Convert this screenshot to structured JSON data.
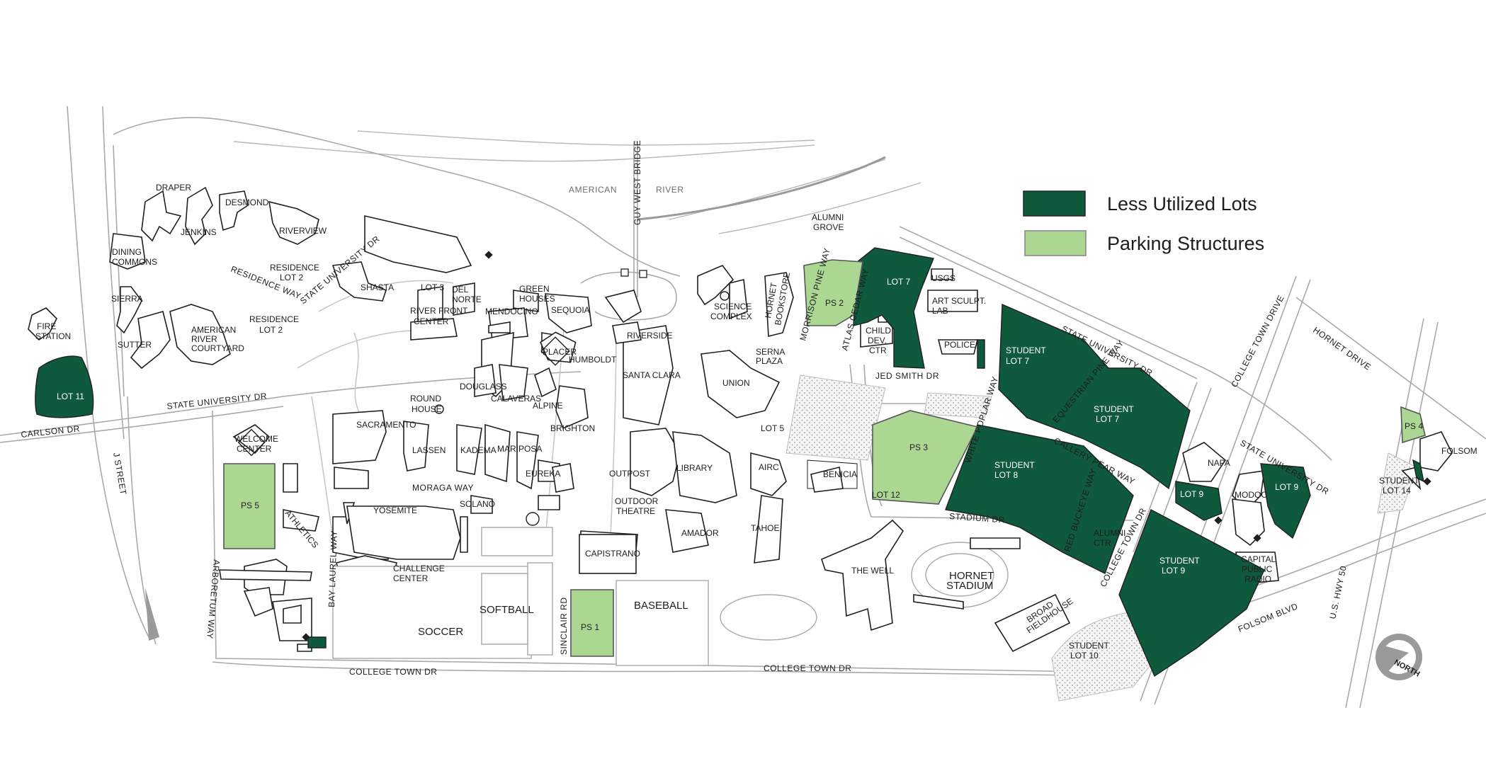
{
  "legend": {
    "items": [
      {
        "label": "Less Utilized Lots",
        "color": "#0f5a3c"
      },
      {
        "label": "Parking Structures",
        "color": "#acd793"
      }
    ]
  },
  "colors": {
    "less_utilized": "#0f5a3c",
    "parking_structure": "#acd793",
    "road": "#a9a9a9",
    "building_outline": "#1f1f1f"
  },
  "water": {
    "river_left": "AMERICAN",
    "river_right": "RIVER"
  },
  "streets": {
    "guy_west_bridge": "GUY WEST BRIDGE",
    "state_university_dr_west": "STATE UNIVERSITY DR",
    "state_university_dr_north": "STATE UNIVERSITY DR",
    "state_university_dr_east": "STATE UNIVERSITY DR",
    "state_university_dr_far_east": "STATE UNIVERSITY DR",
    "residence_way": "RESIDENCE WAY",
    "carlson_dr": "CARLSON DR",
    "j_street": "J STREET",
    "arboretum_way": "ARBORETUM WAY",
    "bay_laurel_way": "BAY LAUREL WAY",
    "moraga_way": "MORAGA WAY",
    "sinclair_rd": "SINCLAIR RD",
    "college_town_dr_south_1": "COLLEGE TOWN DR",
    "college_town_dr_south_2": "COLLEGE TOWN DR",
    "college_town_dr_east": "COLLEGE TOWN DR",
    "college_town_drive_ne": "COLLEGE TOWN DRIVE",
    "morrison_pine_way": "MORRISON PINE WAY",
    "atlas_cedar_way": "ATLAS CEDAR WAY",
    "jed_smith_dr": "JED SMITH DR",
    "white_poplar_way": "WHITE POPLAR WAY",
    "callery_pear_way": "CALLERY PEAR WAY",
    "equestrian_pine_way": "EQUESTRIAN PINE WAY",
    "red_buckeye_way": "RED BUCKEYE WAY",
    "stadium_dr": "STADIUM DR",
    "hornet_drive": "HORNET DRIVE",
    "folsom_blvd": "FOLSOM BLVD",
    "us_hwy_50": "U.S. HWY 50"
  },
  "buildings": {
    "draper": "DRAPER",
    "desmond": "DESMOND",
    "jenkins": "JENKINS",
    "riverview": "RIVERVIEW",
    "dining_commons_1": "DINING",
    "dining_commons_2": "COMMONS",
    "sierra": "SIERRA",
    "sutter": "SUTTER",
    "american_river_courtyard_1": "AMERICAN",
    "american_river_courtyard_2": "RIVER",
    "american_river_courtyard_3": "COURTYARD",
    "residence_lot_2a_1": "RESIDENCE",
    "residence_lot_2a_2": "LOT 2",
    "residence_lot_2b_1": "RESIDENCE",
    "residence_lot_2b_2": "LOT 2",
    "fire_station_1": "FIRE",
    "fire_station_2": "STATION",
    "shasta": "SHASTA",
    "lot_3": "LOT 3",
    "del_norte_1": "DEL",
    "del_norte_2": "NORTE",
    "green_houses_1": "GREEN",
    "green_houses_2": "HOUSES",
    "river_front_center_1": "RIVER FRONT",
    "river_front_center_2": "CENTER",
    "mendocino": "MENDOCINO",
    "sequoia": "SEQUOIA",
    "placer": "PLACER",
    "humboldt": "HUMBOLDT",
    "douglass": "DOUGLASS",
    "calaveras": "CALAVERAS",
    "alpine": "ALPINE",
    "brighton": "BRIGHTON",
    "round_house_1": "ROUND",
    "round_house_2": "HOUSE",
    "sacramento": "SACRAMENTO",
    "lassen": "LASSEN",
    "kadema": "KADEMA",
    "mariposa": "MARIPOSA",
    "eureka": "EUREKA",
    "welcome_center_1": "WELCOME",
    "welcome_center_2": "CENTER",
    "athletics": "ATHLETICS",
    "yosemite": "YOSEMITE",
    "solano": "SOLANO",
    "challenge_center_1": "CHALLENGE",
    "challenge_center_2": "CENTER",
    "softball": "SOFTBALL",
    "soccer": "SOCCER",
    "baseball": "BASEBALL",
    "capistrano": "CAPISTRANO",
    "amador": "AMADOR",
    "outpost": "OUTPOST",
    "outdoor_theatre_1": "OUTDOOR",
    "outdoor_theatre_2": "THEATRE",
    "library": "LIBRARY",
    "airc": "AIRC",
    "tahoe": "TAHOE",
    "riverside": "RIVERSIDE",
    "santa_clara": "SANTA CLARA",
    "union": "UNION",
    "serna_plaza_1": "SERNA",
    "serna_plaza_2": "PLAZA",
    "lot_5": "LOT 5",
    "science_complex_1": "SCIENCE",
    "science_complex_2": "COMPLEX",
    "hornet_bookstore_1": "HORNET",
    "hornet_bookstore_2": "BOOKSTORE",
    "alumni_grove_1": "ALUMNI",
    "alumni_grove_2": "GROVE",
    "usgs": "USGS",
    "art_sculpt_lab_1": "ART SCULPT.",
    "art_sculpt_lab_2": "LAB",
    "child_dev_ctr_1": "CHILD",
    "child_dev_ctr_2": "DEV.",
    "child_dev_ctr_3": "CTR",
    "police": "POLICE",
    "benicia": "BENICIA",
    "lot_12": "LOT 12",
    "the_well": "THE WELL",
    "hornet_stadium_1": "HORNET",
    "hornet_stadium_2": "STADIUM",
    "broad_fieldhouse_1": "BROAD",
    "broad_fieldhouse_2": "FIELDHOUSE",
    "alumni_ctr_1": "ALUMNI",
    "alumni_ctr_2": "CTR",
    "napa": "NAPA",
    "modoc": "MODOC",
    "capital_public_radio_1": "CAPITAL",
    "capital_public_radio_2": "PUBLIC",
    "capital_public_radio_3": "RADIO",
    "folsom": "FOLSOM",
    "north_arrow": "NORTH"
  },
  "lots": {
    "lot_11": "LOT 11",
    "ps_5": "PS 5",
    "ps_1": "PS 1",
    "ps_2": "PS 2",
    "lot_7": "LOT 7",
    "ps_3": "PS 3",
    "student_lot_7a_1": "STUDENT",
    "student_lot_7a_2": "LOT 7",
    "student_lot_7b_1": "STUDENT",
    "student_lot_7b_2": "LOT 7",
    "student_lot_8_1": "STUDENT",
    "student_lot_8_2": "LOT 8",
    "student_lot_9_1": "STUDENT",
    "student_lot_9_2": "LOT 9",
    "lot_9_west": "LOT 9",
    "lot_9_east": "LOT 9",
    "student_lot_10_1": "STUDENT",
    "student_lot_10_2": "LOT 10",
    "ps_4": "PS 4",
    "student_lot_14_1": "STUDENT",
    "student_lot_14_2": "LOT 14"
  }
}
